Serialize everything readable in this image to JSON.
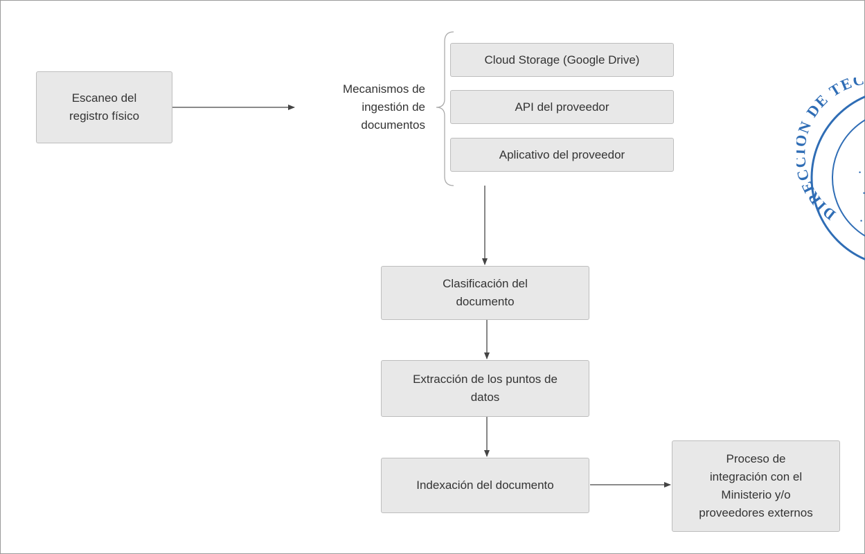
{
  "nodes": {
    "scan": "Escaneo del\nregistro físico",
    "ingestion_label": "Mecanismos de\ningestión de\ndocumentos",
    "cloud": "Cloud Storage (Google Drive)",
    "api": "API del proveedor",
    "app": "Aplicativo del proveedor",
    "classification": "Clasificación del\ndocumento",
    "extraction": "Extracción de los puntos de\ndatos",
    "indexing": "Indexación del documento",
    "integration": "Proceso de\nintegración con el\nMinisterio y/o\nproveedores externos"
  },
  "stamp": {
    "text": "DIRECCIÓN DE TECNOLOGÍA",
    "color": "#2f6db5"
  },
  "colors": {
    "box_fill": "#e8e8e8",
    "box_border": "#bdbdbd",
    "connector": "#444444",
    "frame": "#9a9a9a"
  }
}
